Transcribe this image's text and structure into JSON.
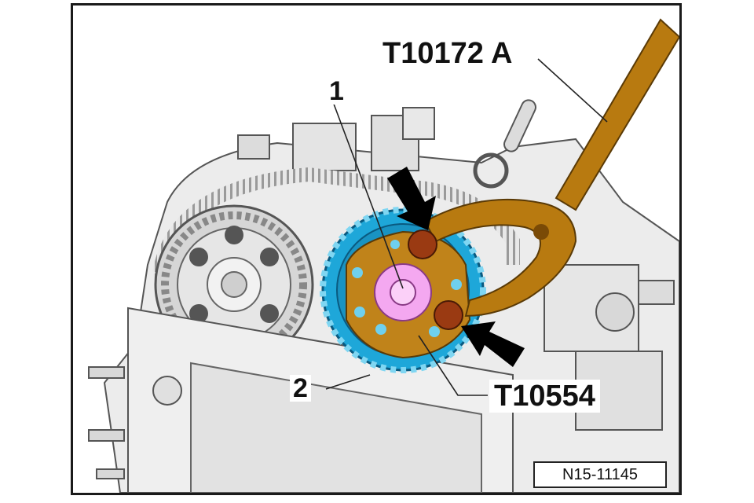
{
  "callouts": {
    "wrench": "T10172 A",
    "bolt": "1",
    "sprocket": "2",
    "locking_tool": "T10554"
  },
  "figure_id": "N15-11145",
  "colors": {
    "wrench": "#b87a10",
    "sprocket": "#1ea7d9",
    "tool_plate": "#c0831a",
    "bolt_head": "#f4a8f0",
    "pins": "#9a3a12",
    "arrows": "#000000",
    "engine": "#e6e6e6"
  }
}
